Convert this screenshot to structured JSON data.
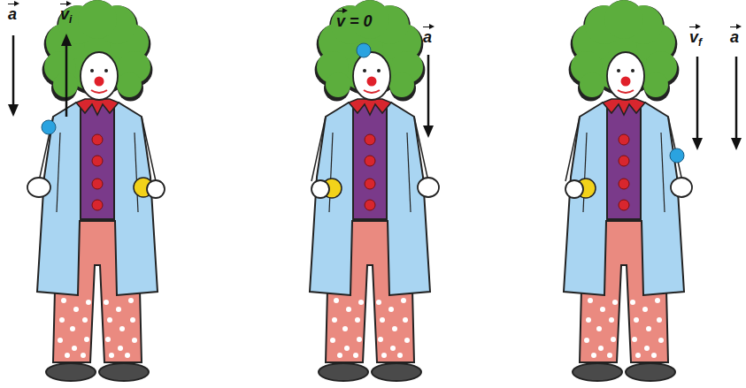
{
  "diagram": {
    "labels": [
      "a",
      "vi",
      "v = 0",
      "a",
      "vf",
      "a"
    ]
  }
}
